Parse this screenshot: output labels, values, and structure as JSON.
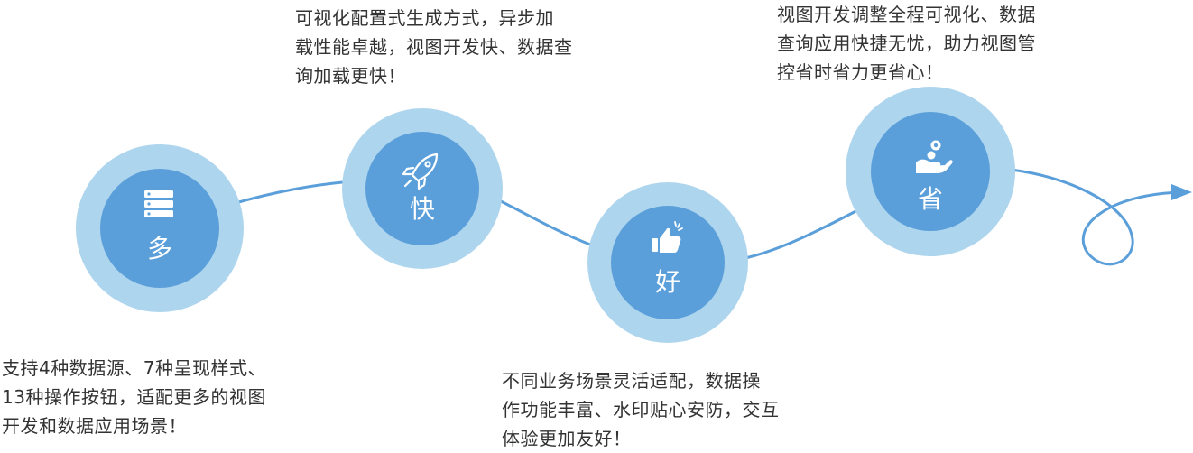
{
  "nodes": [
    {
      "label": "多",
      "icon": "server-stack-icon",
      "description": [
        "支持4种数据源、7种呈现样式、",
        "13种操作按钮，适配更多的视图",
        "开发和数据应用场景！"
      ]
    },
    {
      "label": "快",
      "icon": "rocket-icon",
      "description": [
        "可视化配置式生成方式，异步加",
        "载性能卓越，视图开发快、数据查",
        "询加载更快！"
      ]
    },
    {
      "label": "好",
      "icon": "thumbs-up-icon",
      "description": [
        "不同业务场景灵活适配，数据操",
        "作功能丰富、水印贴心安防，交互",
        "体验更加友好！"
      ]
    },
    {
      "label": "省",
      "icon": "hand-coin-icon",
      "description": [
        "视图开发调整全程可视化、数据",
        "查询应用快捷无忧，助力视图管",
        "控省时省力更省心！"
      ]
    }
  ],
  "colors": {
    "outer_ring": "#aed5ee",
    "inner_circle": "#5b9fda",
    "path": "#5b9fda",
    "text": "#333333"
  }
}
